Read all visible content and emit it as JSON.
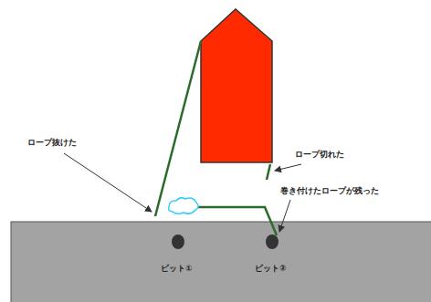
{
  "diagram": {
    "labels": [
      "ロープ抜けた",
      "ロープ切れた",
      "巻き付けたロープが残った",
      "ビット①",
      "ビット②"
    ]
  }
}
